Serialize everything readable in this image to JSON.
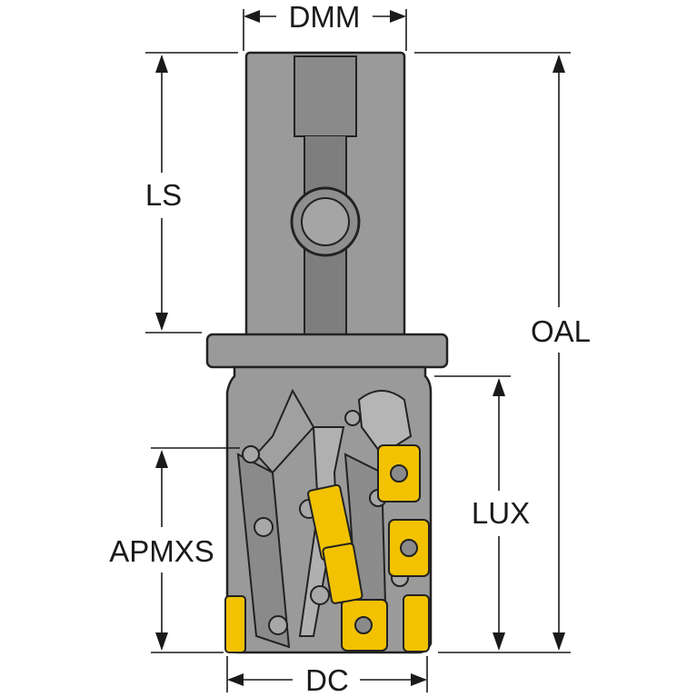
{
  "diagram": {
    "labels": {
      "dmm": "DMM",
      "ls": "LS",
      "oal": "OAL",
      "lux": "LUX",
      "apmxs": "APMXS",
      "dc": "DC"
    },
    "colors": {
      "body": "#9a9a9a",
      "body_dark": "#7e7e7e",
      "insert": "#f2c200",
      "line": "#1a1a1a"
    }
  }
}
